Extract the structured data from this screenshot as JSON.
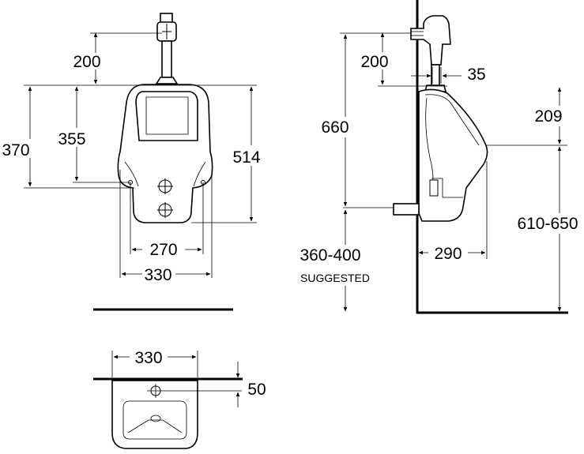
{
  "front_view": {
    "dim_flush_height": "200",
    "dim_outlet_height": "355",
    "dim_inlet_to_center": "370",
    "dim_total_height": "514",
    "dim_mount_spacing": "270",
    "dim_width": "330"
  },
  "side_view": {
    "dim_flush_height": "200",
    "dim_pipe_offset": "35",
    "dim_overall_height": "660",
    "dim_inlet_to_rim": "209",
    "dim_rim_height": "610-650",
    "dim_projection": "290",
    "dim_outlet_height": "360-400",
    "suggested_label": "SUGGESTED"
  },
  "top_view": {
    "dim_width": "330",
    "dim_wall_offset": "50"
  }
}
